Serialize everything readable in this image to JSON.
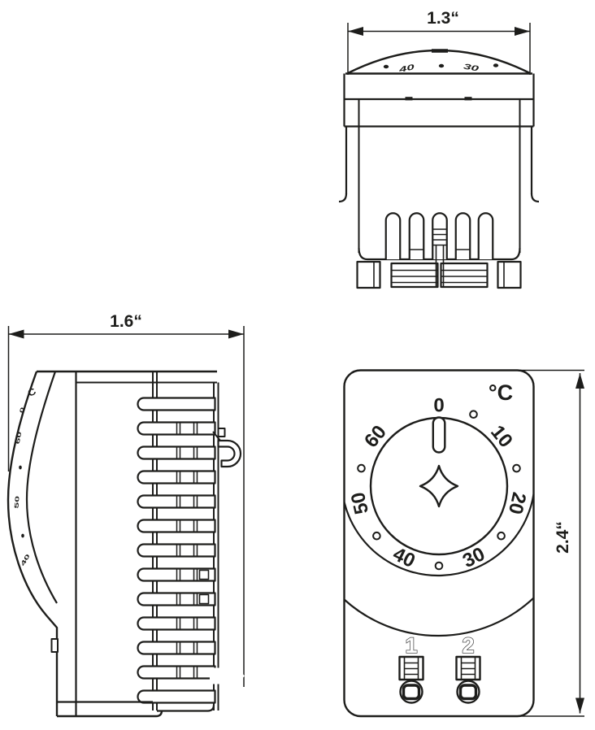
{
  "colors": {
    "line": "#1d1d1b",
    "background": "#ffffff"
  },
  "top_view": {
    "dimension_label": "1.3“",
    "foreshortened_labels": [
      "40",
      "30"
    ]
  },
  "side_view": {
    "dimension_label": "1.6“",
    "foreshortened_labels": [
      "C",
      "0",
      "60",
      "50",
      "40"
    ]
  },
  "front_view": {
    "dimension_label": "2.4“",
    "unit_label": "°C",
    "dial_labels": [
      "0",
      "10",
      "20",
      "30",
      "40",
      "50",
      "60"
    ],
    "terminal_labels": [
      "1",
      "2"
    ]
  }
}
